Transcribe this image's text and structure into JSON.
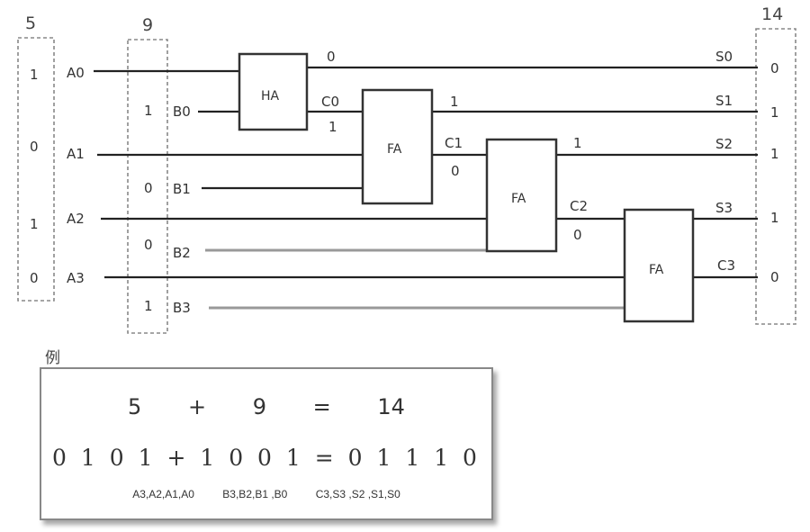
{
  "numbers": {
    "a": "5",
    "b": "9",
    "sum": "14"
  },
  "a_bits": [
    "1",
    "0",
    "1",
    "0"
  ],
  "a_labels": [
    "A0",
    "A1",
    "A2",
    "A3"
  ],
  "b_bits": [
    "1",
    "0",
    "0",
    "1"
  ],
  "b_labels": [
    "B0",
    "B1",
    "B2",
    "B3"
  ],
  "s_bits": [
    "0",
    "1",
    "1",
    "1",
    "0"
  ],
  "s_labels": [
    "S0",
    "S1",
    "S2",
    "S3",
    "C3"
  ],
  "gates": [
    "HA",
    "FA",
    "FA",
    "FA"
  ],
  "wire_values": {
    "s0_out": "0",
    "c0_label": "C0",
    "c0_val": "1",
    "s1_out": "1",
    "c1_label": "C1",
    "c1_val": "0",
    "s2_out": "1",
    "c2_label": "C2",
    "c2_val": "0"
  },
  "example": {
    "title": "例",
    "decimal": [
      "5",
      "+",
      "9",
      "=",
      "14"
    ],
    "binary": "0 1 0 1 + 1 0 0 1 = 0 1 1 1 0",
    "bit_labels": [
      "A3,A2,A1,A0",
      "B3,B2,B1 ,B0",
      "C3,S3 ,S2 ,S1,S0"
    ]
  }
}
